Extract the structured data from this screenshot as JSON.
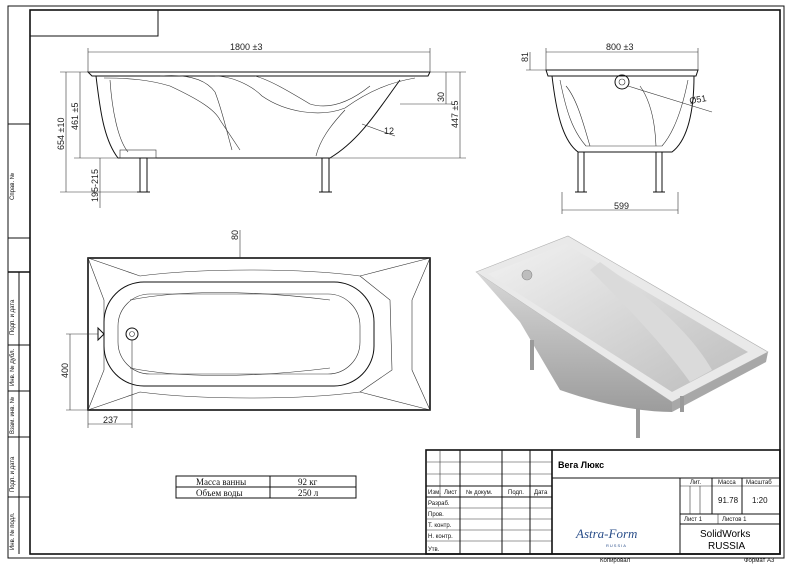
{
  "side_stamp": {
    "reference": "Справ. №",
    "sign_date_1": "Подп. и дата",
    "dup_inv": "Инв. № дубл.",
    "replace_inv": "Взам. инв. №",
    "sign_date_2": "Подп. и дата",
    "orig_inv": "Инв. № подл."
  },
  "views": {
    "side": {
      "length": "1800 ±3",
      "total_height": "654 ±10",
      "bowl_depth": "461 ±5",
      "leg_range": "195-215",
      "rim_thickness": "30",
      "inner_height": "447 ±5",
      "rim_note": "12"
    },
    "front": {
      "width": "800 ±3",
      "rim": "81",
      "drain": "Ø51",
      "leg_span": "599"
    },
    "top": {
      "offset_top": "80",
      "inner_width": "400",
      "drain_offset": "237"
    }
  },
  "properties": {
    "rows": [
      {
        "label": "Масса ванны",
        "value": "92 кг"
      },
      {
        "label": "Объем воды",
        "value": "250 л"
      }
    ]
  },
  "title_block": {
    "name": "Вега Люкс",
    "lit_header": "Лит.",
    "mass_header": "Масса",
    "scale_header": "Масштаб",
    "mass": "91.78",
    "scale": "1:20",
    "sheet": "Лист 1",
    "sheets": "Листов 1",
    "software": "SolidWorks",
    "country": "RUSSIA",
    "logo": "Astra-Form",
    "logo_sub": "RUSSIA",
    "copied": "Копировал",
    "format": "Формат A3",
    "columns": [
      "Изм.",
      "Лист",
      "№ докум.",
      "Подп.",
      "Дата"
    ],
    "roles": [
      "Разраб.",
      "Пров.",
      "Т. контр.",
      "Н. контр.",
      "Утв."
    ]
  }
}
